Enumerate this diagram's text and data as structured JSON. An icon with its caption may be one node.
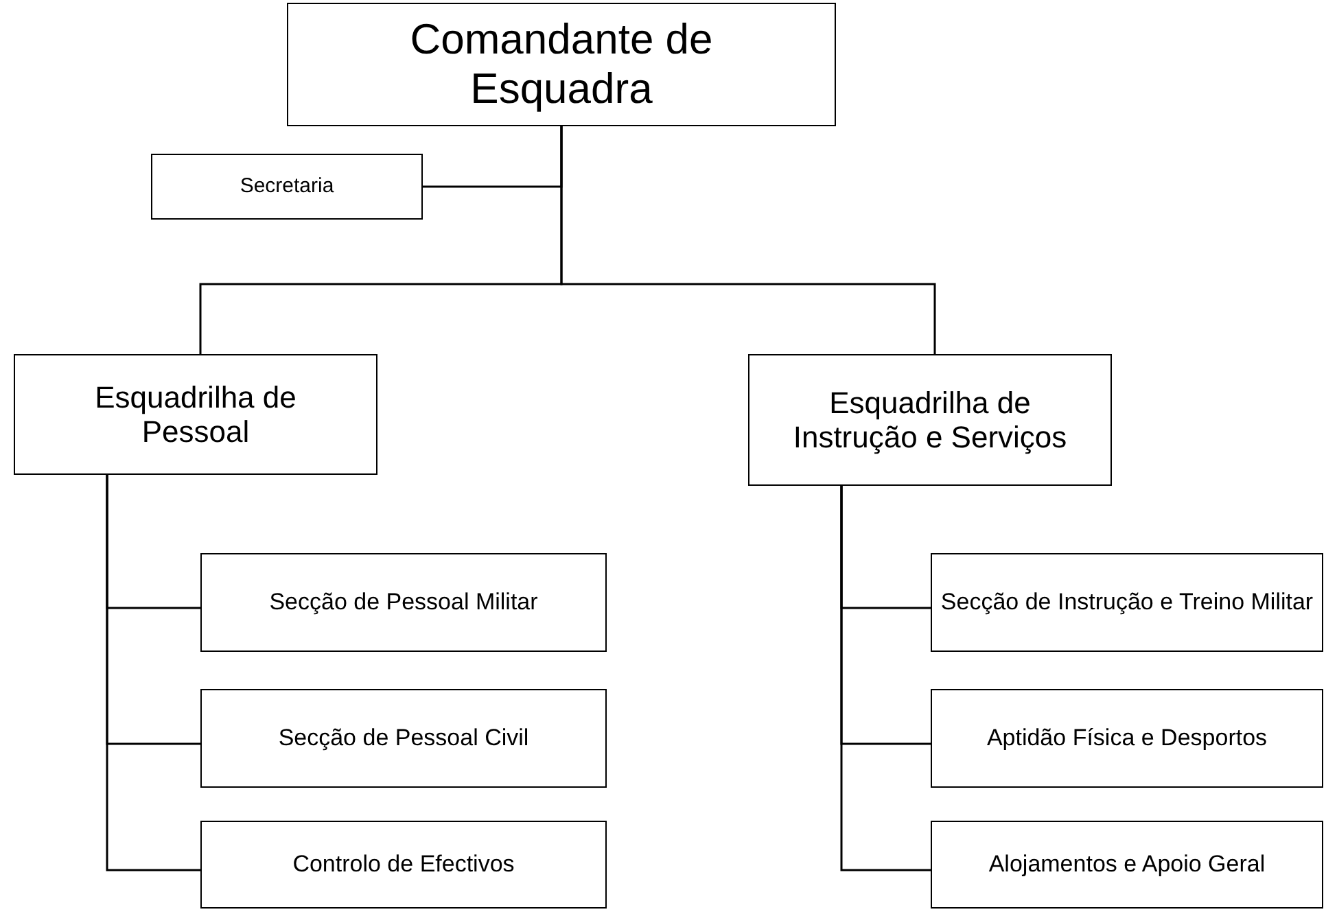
{
  "diagram": {
    "nodes": [
      {
        "text": [
          "Comandante de Esquadra"
        ]
      },
      {
        "text": [
          "Secretaria"
        ]
      },
      {
        "text": [
          "Esquadrilha de Pessoal"
        ]
      },
      {
        "text": [
          "Esquadrilha de Instrução e Serviços"
        ]
      },
      {
        "text": [
          "Secção de Pessoal Militar"
        ]
      },
      {
        "text": [
          "Secção de Pessoal Civil"
        ]
      },
      {
        "text": [
          "Controlo de Efectivos"
        ]
      },
      {
        "text": [
          "Secção de Instrução e Treino Militar"
        ]
      },
      {
        "text": [
          "Aptidão Física e Desportos"
        ]
      },
      {
        "text": [
          "Alojamentos e Apoio Geral"
        ]
      }
    ],
    "edges": [
      {
        "from": 0,
        "to": 1,
        "arrow": "none"
      },
      {
        "from": 0,
        "to": 2,
        "arrow": "none"
      },
      {
        "from": 0,
        "to": 3,
        "arrow": "none"
      },
      {
        "from": 2,
        "to": 4,
        "arrow": "none"
      },
      {
        "from": 2,
        "to": 5,
        "arrow": "none"
      },
      {
        "from": 2,
        "to": 6,
        "arrow": "none"
      },
      {
        "from": 3,
        "to": 7,
        "arrow": "none"
      },
      {
        "from": 3,
        "to": 8,
        "arrow": "none"
      },
      {
        "from": 3,
        "to": 9,
        "arrow": "none"
      }
    ]
  }
}
